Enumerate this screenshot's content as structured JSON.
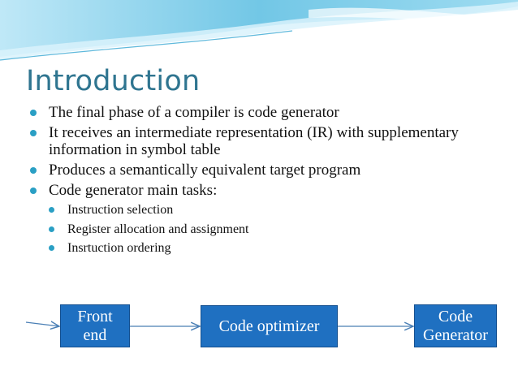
{
  "slide": {
    "title": "Introduction",
    "bullets": [
      "The final phase of a compiler is code generator",
      "It receives an intermediate representation (IR) with supplementary information in symbol table",
      "Produces a semantically equivalent target program",
      "Code generator main tasks:"
    ],
    "sub_bullets": [
      "Instruction selection",
      "Register allocation and assignment",
      "Insrtuction ordering"
    ]
  },
  "diagram": {
    "boxes": [
      {
        "line1": "Front",
        "line2": "end"
      },
      {
        "label": "Code optimizer"
      },
      {
        "line1": "Code",
        "line2": "Generator"
      }
    ]
  },
  "colors": {
    "title": "#2f7590",
    "bullet": "#2a9fc4",
    "box_fill": "#1f70c1",
    "wave": "#8fd3ec"
  }
}
